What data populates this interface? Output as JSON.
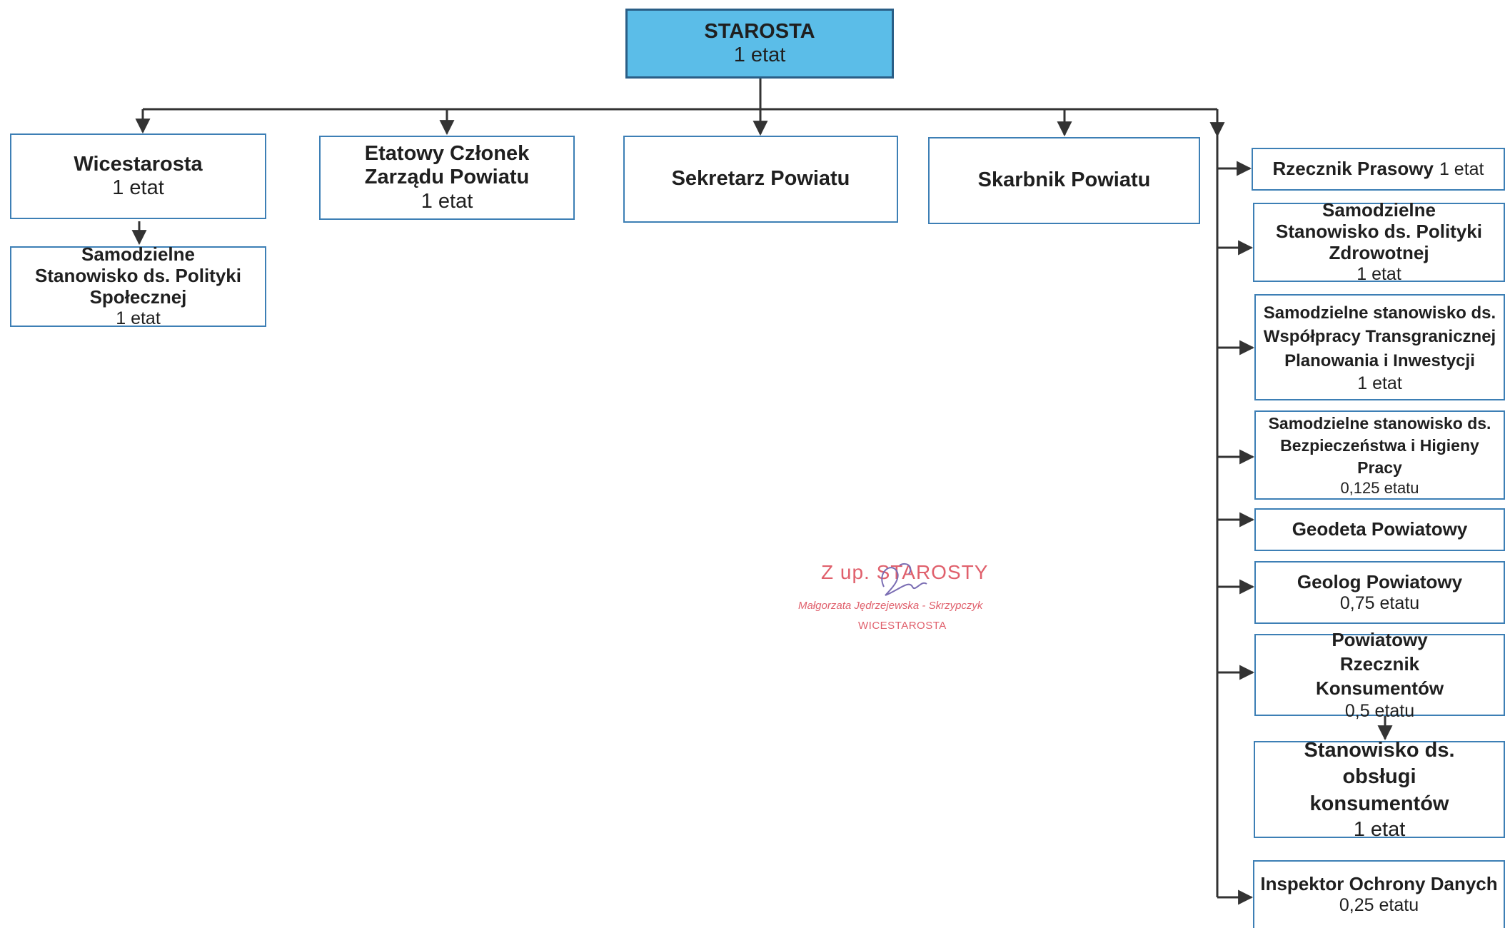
{
  "top": {
    "title": "STAROSTA",
    "etat": "1 etat"
  },
  "direct": [
    {
      "title": "Wicestarosta",
      "etat": "1 etat"
    },
    {
      "title": "Etatowy Członek Zarządu Powiatu",
      "etat": "1 etat"
    },
    {
      "title": "Sekretarz Powiatu"
    },
    {
      "title": "Skarbnik Powiatu"
    }
  ],
  "wicestarosta_sub": {
    "title": "Samodzielne Stanowisko ds. Polityki Społecznej",
    "etat": "1 etat"
  },
  "right": [
    {
      "title": "Rzecznik Prasowy",
      "etat": "1 etat"
    },
    {
      "title": "Samodzielne Stanowisko ds. Polityki Zdrowotnej",
      "etat": "1 etat"
    },
    {
      "title": "Samodzielne stanowisko ds. Współpracy Transgranicznej Planowania i Inwestycji",
      "etat": "1 etat"
    },
    {
      "title": "Samodzielne stanowisko ds. Bezpieczeństwa i Higieny Pracy",
      "etat": "0,125 etatu"
    },
    {
      "title": "Geodeta Powiatowy"
    },
    {
      "title": "Geolog Powiatowy",
      "etat": "0,75 etatu"
    },
    {
      "title": "Powiatowy Rzecznik Konsumentów",
      "etat": "0,5 etatu"
    },
    {
      "title": "Inspektor Ochrony Danych",
      "etat": "0,25 etatu"
    }
  ],
  "konsumenci_sub": {
    "title": "Stanowisko ds. obsługi konsumentów",
    "etat": "1 etat"
  },
  "stamp": {
    "line1": "Z up. STAROSTY",
    "line2": "Małgorzata Jędrzejewska - Skrzypczyk",
    "line3": "WICESTAROSTA"
  },
  "colors": {
    "top_fill": "#5bbde8",
    "box_border": "#3d7fb5",
    "connector": "#333333",
    "stamp": "#e0606c"
  }
}
